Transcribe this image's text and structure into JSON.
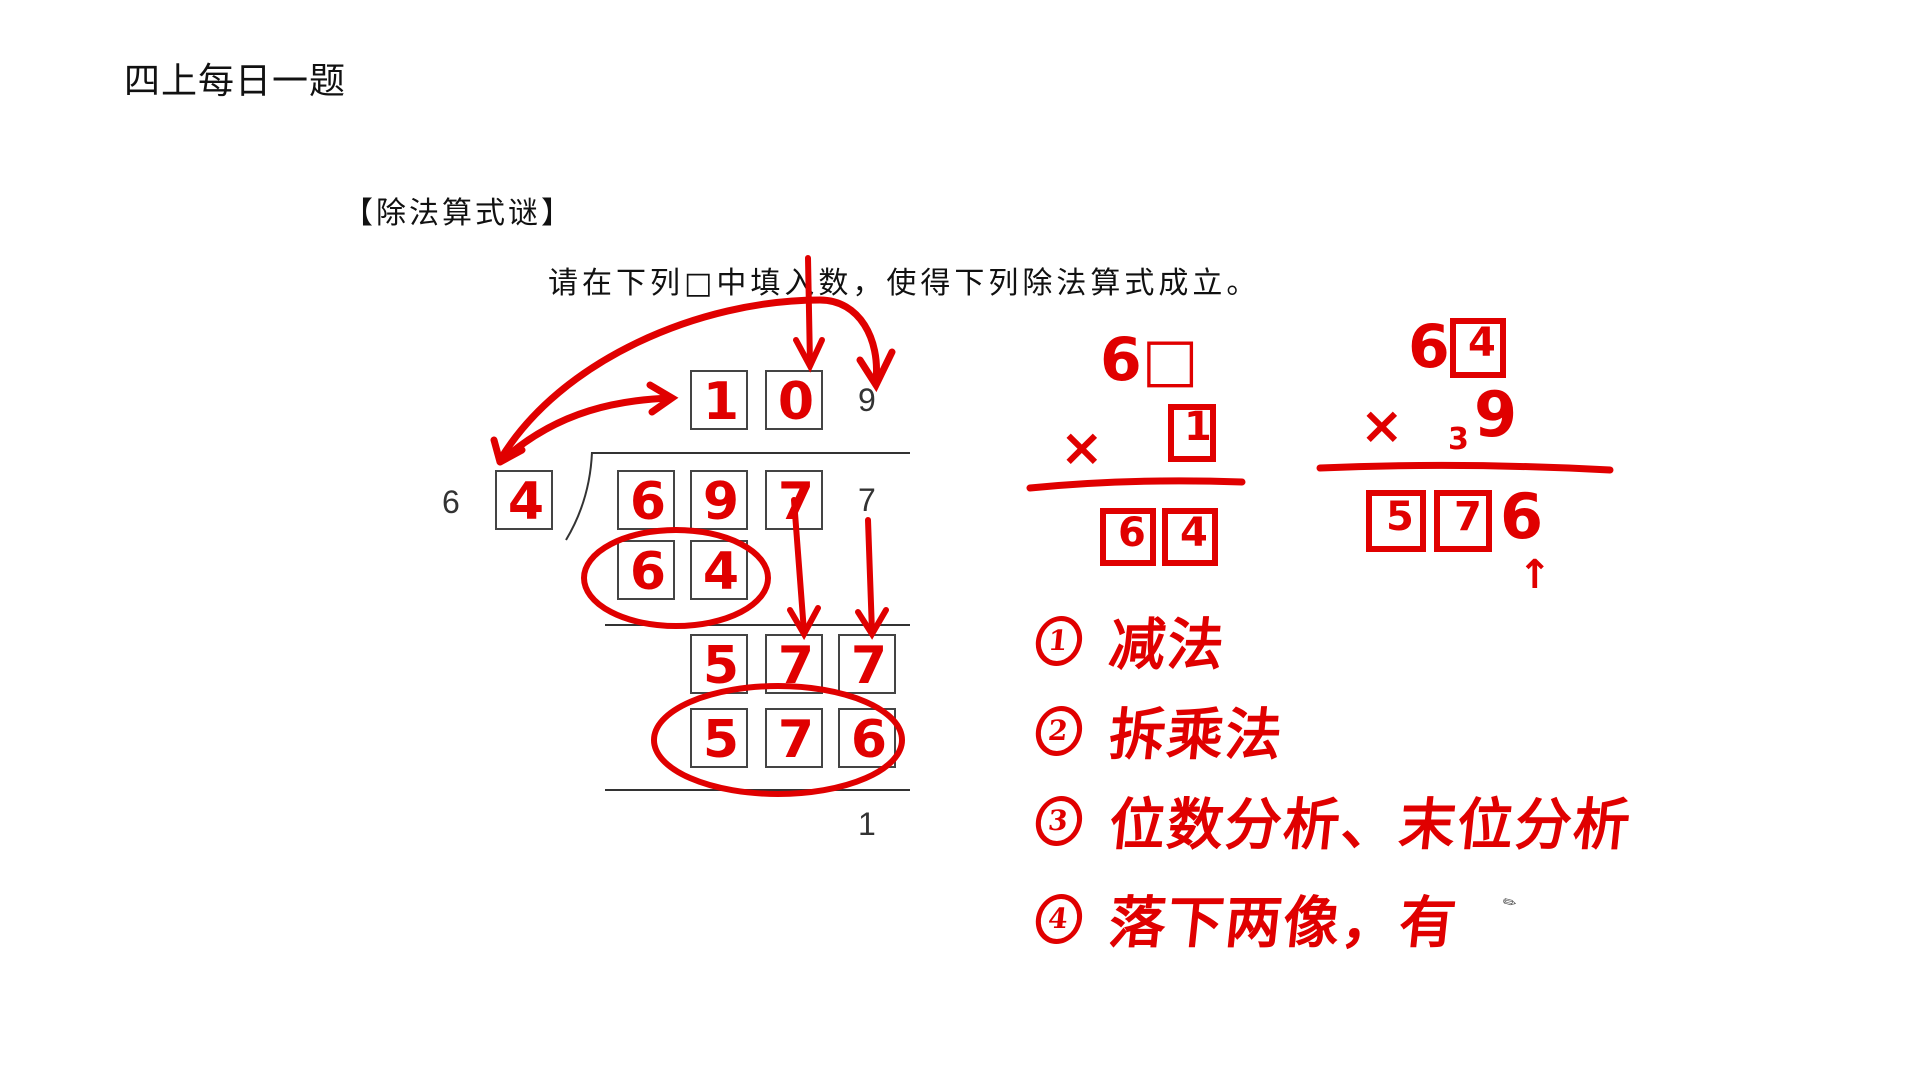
{
  "slide": {
    "title": "四上每日一题",
    "section_title": "【除法算式谜】",
    "instruction": "请在下列□中填入数，使得下列除法算式成立。"
  },
  "division": {
    "divisor": {
      "given": "6",
      "filled": [
        "4"
      ]
    },
    "quotient": {
      "filled": [
        "1",
        "0"
      ],
      "given": "9"
    },
    "dividend": {
      "filled": [
        "6",
        "9",
        "7"
      ],
      "given": "7"
    },
    "step1_product": {
      "filled": [
        "6",
        "4"
      ]
    },
    "step2_remainder": {
      "filled": [
        "5",
        "7",
        "7"
      ]
    },
    "step2_product": {
      "filled": [
        "5",
        "7",
        "6"
      ]
    },
    "final_remainder": "1"
  },
  "work": {
    "mult1": {
      "top": "6□",
      "times_sign": "×",
      "multiplier": "1",
      "result": [
        "6",
        "4"
      ]
    },
    "mult2": {
      "top_digit": "6",
      "top_box": "4",
      "times_sign": "×",
      "carry": "3",
      "multiplier": "9",
      "result_boxes": [
        "5",
        "7"
      ],
      "result_last": "6",
      "pointer": "↑"
    }
  },
  "notes": [
    {
      "num": "1",
      "text": "减法"
    },
    {
      "num": "2",
      "text": "拆乘法"
    },
    {
      "num": "3",
      "text": "位数分析、末位分析"
    },
    {
      "num": "4",
      "text": "落下两像，有"
    }
  ],
  "colors": {
    "ink": "#e00000",
    "print": "#333333"
  }
}
